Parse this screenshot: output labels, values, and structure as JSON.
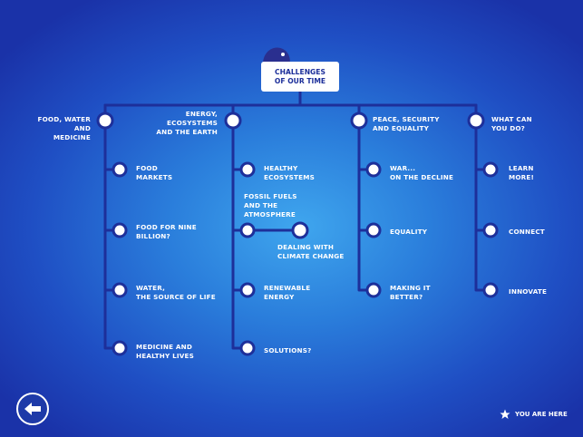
{
  "title": "CHALLENGES\nOF OUR TIME",
  "columns": [
    {
      "label": "FOOD, WATER AND\nMEDICINE",
      "items": [
        "FOOD\nMARKETS",
        "FOOD FOR NINE\nBILLION?",
        "WATER,\nTHE SOURCE OF LIFE",
        "MEDICINE AND\nHEALTHY LIVES"
      ]
    },
    {
      "label": "ENERGY,\nECOSYSTEMS\nAND THE EARTH",
      "items": [
        "HEALTHY\nECOSYSTEMS",
        "FOSSIL FUELS\nAND THE\nATMOSPHERE",
        "DEALING WITH\nCLIMATE CHANGE",
        "RENEWABLE\nENERGY",
        "SOLUTIONS?"
      ]
    },
    {
      "label": "PEACE, SECURITY\nAND EQUALITY",
      "items": [
        "WAR...\nON THE DECLINE",
        "EQUALITY",
        "MAKING IT\nBETTER?"
      ]
    },
    {
      "label": "WHAT CAN\nYOU DO?",
      "items": [
        "LEARN\nMORE!",
        "CONNECT",
        "INNOVATE"
      ]
    }
  ],
  "legend": {
    "label": "YOU ARE HERE",
    "icon": "star-icon"
  },
  "back": {
    "icon": "back-arrow-icon"
  },
  "colors": {
    "line": "#1d2f9a",
    "node_fill": "#ffffff",
    "title_text": "#1d2f9a"
  }
}
